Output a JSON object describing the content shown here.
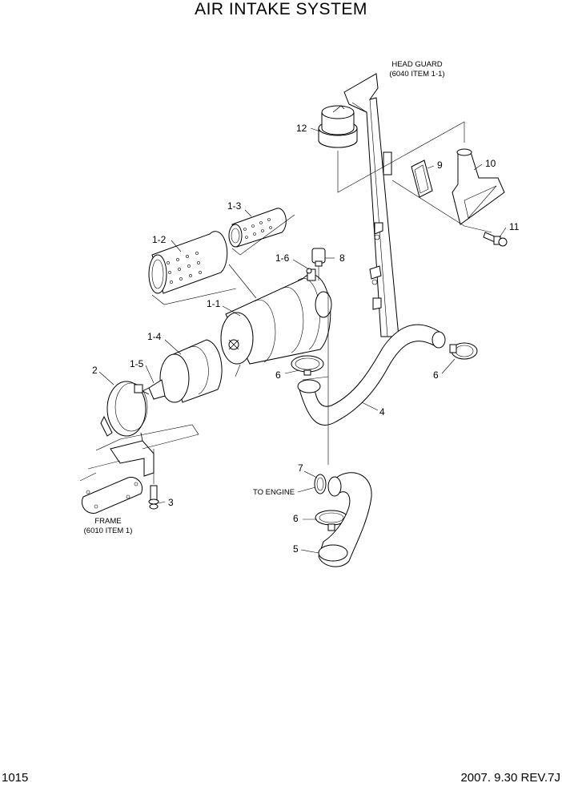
{
  "title": "AIR INTAKE SYSTEM",
  "footer": {
    "page": "1015",
    "revision": "2007. 9.30  REV.7J"
  },
  "notes": {
    "head_guard_1": "HEAD GUARD",
    "head_guard_2": "(6040 ITEM 1-1)",
    "frame_1": "FRAME",
    "frame_2": "(6010 ITEM 1)",
    "to_engine": "TO ENGINE"
  },
  "callouts": {
    "c12": "12",
    "c9": "9",
    "c10": "10",
    "c11": "11",
    "c1_3": "1-3",
    "c1_2": "1-2",
    "c1_6": "1-6",
    "c8": "8",
    "c1_1": "1-1",
    "c1_4": "1-4",
    "c1_5": "1-5",
    "c2": "2",
    "c6a": "6",
    "c6b": "6",
    "c4": "4",
    "c7": "7",
    "c6c": "6",
    "c5": "5",
    "c3": "3"
  }
}
